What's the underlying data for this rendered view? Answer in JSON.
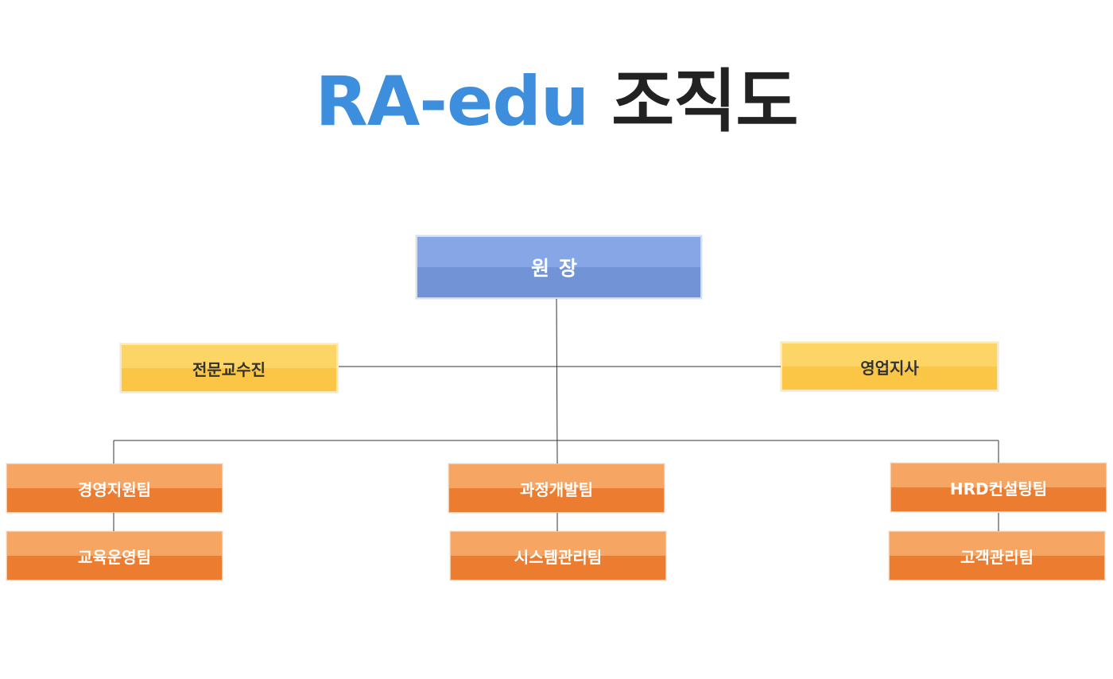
{
  "title": {
    "brand": "RA-edu",
    "rest": "조직도"
  },
  "director": "원장",
  "staff": {
    "left": "전문교수진",
    "right": "영업지사"
  },
  "teams": [
    {
      "name": "경영지원팀",
      "sub": "교육운영팀"
    },
    {
      "name": "과정개발팀",
      "sub": "시스템관리팀"
    },
    {
      "name": "HRD컨설팅팀",
      "sub": "고객관리팀"
    }
  ],
  "colors": {
    "brand": "#3d8fde",
    "director": "#7294d7",
    "staff": "#fbc645",
    "team": "#ec7d30"
  }
}
